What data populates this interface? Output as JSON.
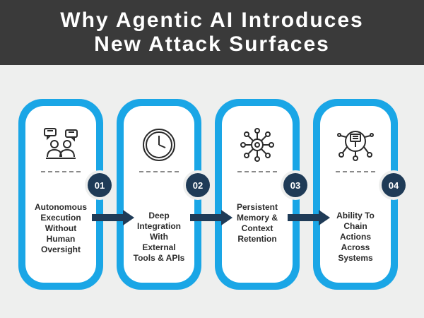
{
  "header": {
    "title_line1": "Why Agentic AI Introduces",
    "title_line2": "New Attack Surfaces"
  },
  "steps": [
    {
      "number": "01",
      "label_lines": [
        "Autonomous",
        "Execution",
        "Without",
        "Human",
        "Oversight"
      ],
      "icon": "people-chat-icon"
    },
    {
      "number": "02",
      "label_lines": [
        "Deep",
        "Integration",
        "With",
        "External",
        "Tools & APIs"
      ],
      "icon": "clock-icon"
    },
    {
      "number": "03",
      "label_lines": [
        "Persistent",
        "Memory &",
        "Context",
        "Retention"
      ],
      "icon": "network-gear-icon"
    },
    {
      "number": "04",
      "label_lines": [
        "Ability To",
        "Chain",
        "Actions",
        "Across",
        "Systems"
      ],
      "icon": "workflow-chain-icon"
    }
  ],
  "colors": {
    "card_border": "#1aa6e6",
    "badge": "#1f3b57",
    "arrow": "#1f3b57",
    "header_bg": "#3a3a3a"
  }
}
